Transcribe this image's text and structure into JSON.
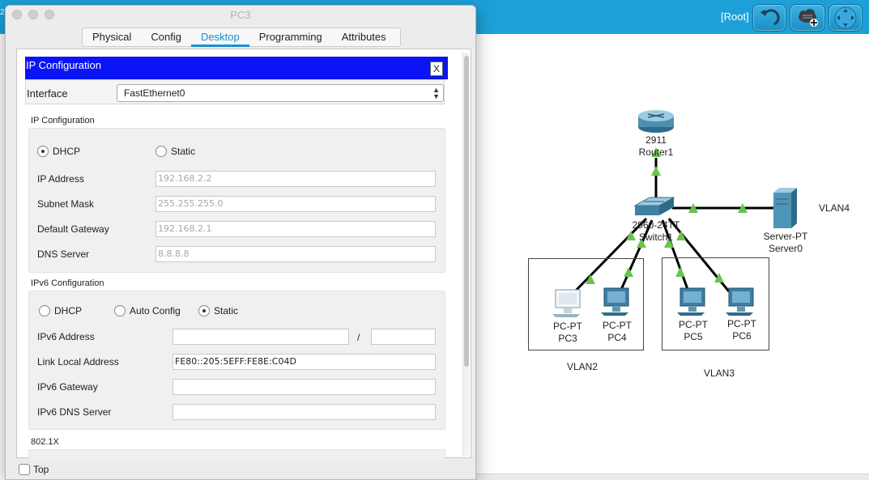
{
  "app": {
    "root_label": "[Root]",
    "left_edge_text": "2"
  },
  "window": {
    "title": "PC3",
    "tabs": [
      {
        "label": "Physical",
        "active": false
      },
      {
        "label": "Config",
        "active": false
      },
      {
        "label": "Desktop",
        "active": true
      },
      {
        "label": "Programming",
        "active": false
      },
      {
        "label": "Attributes",
        "active": false
      }
    ],
    "panel_title": "IP Configuration",
    "close_label": "X",
    "interface": {
      "label": "Interface",
      "value": "FastEthernet0"
    },
    "ipv4": {
      "section_title": "IP Configuration",
      "mode_options": [
        {
          "label": "DHCP",
          "selected": true
        },
        {
          "label": "Static",
          "selected": false
        }
      ],
      "fields": [
        {
          "label": "IP Address",
          "value": "192.168.2.2"
        },
        {
          "label": "Subnet Mask",
          "value": "255.255.255.0"
        },
        {
          "label": "Default Gateway",
          "value": "192.168.2.1"
        },
        {
          "label": "DNS Server",
          "value": "8.8.8.8"
        }
      ]
    },
    "ipv6": {
      "section_title": "IPv6 Configuration",
      "mode_options": [
        {
          "label": "DHCP",
          "selected": false
        },
        {
          "label": "Auto Config",
          "selected": false
        },
        {
          "label": "Static",
          "selected": true
        }
      ],
      "address_label": "IPv6 Address",
      "address_value": "",
      "prefix_separator": "/",
      "prefix_value": "",
      "link_local_label": "Link Local Address",
      "link_local_value": "FE80::205:5EFF:FE8E:C04D",
      "gateway_label": "IPv6 Gateway",
      "gateway_value": "",
      "dns_label": "IPv6 DNS Server",
      "dns_value": ""
    },
    "dot1x_title": "802.1X",
    "top_checkbox": {
      "label": "Top",
      "checked": false
    }
  },
  "topology": {
    "router": {
      "model": "2911",
      "name": "Router1"
    },
    "switch": {
      "model": "2960-24TT",
      "name": "Switch1"
    },
    "server": {
      "model": "Server-PT",
      "name": "Server0"
    },
    "pcs": [
      {
        "model": "PC-PT",
        "name": "PC3"
      },
      {
        "model": "PC-PT",
        "name": "PC4"
      },
      {
        "model": "PC-PT",
        "name": "PC5"
      },
      {
        "model": "PC-PT",
        "name": "PC6"
      }
    ],
    "vlans": [
      "VLAN2",
      "VLAN3",
      "VLAN4"
    ],
    "link_color": "#000000",
    "link_up_color": "#6ac44b"
  }
}
